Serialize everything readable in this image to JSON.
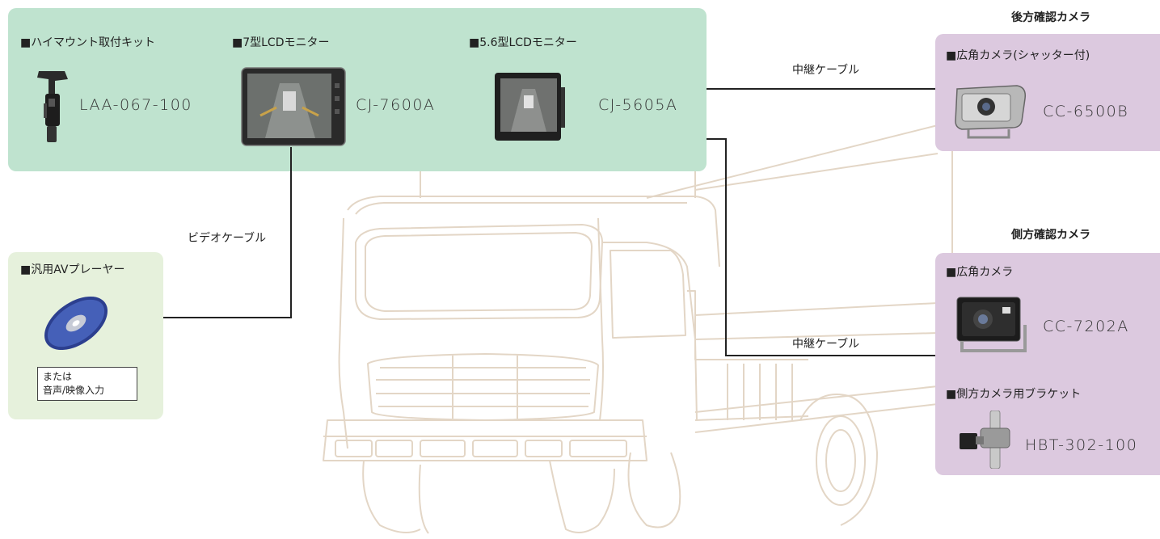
{
  "monitors_panel": {
    "items": [
      {
        "title": "■ハイマウント取付キット",
        "model": "LAA-067-100",
        "icon": "mount-bracket-icon"
      },
      {
        "title": "■7型LCDモニター",
        "model": "CJ-7600A",
        "icon": "lcd-monitor-icon"
      },
      {
        "title": "■5.6型LCDモニター",
        "model": "CJ-5605A",
        "icon": "lcd-monitor-small-icon"
      }
    ]
  },
  "av_panel": {
    "title": "■汎用AVプレーヤー",
    "icon": "disc-icon",
    "note_line1": "または",
    "note_line2": "音声/映像入力"
  },
  "rear_camera": {
    "caption": "後方確認カメラ",
    "title": "■広角カメラ(シャッター付)",
    "model": "CC-6500B",
    "icon": "camera-shutter-icon"
  },
  "side_camera": {
    "caption": "側方確認カメラ",
    "title": "■広角カメラ",
    "model": "CC-7202A",
    "icon": "camera-icon",
    "bracket_title": "■側方カメラ用ブラケット",
    "bracket_model": "HBT-302-100",
    "bracket_icon": "bracket-icon"
  },
  "cables": {
    "video": "ビデオケーブル",
    "relay_top": "中継ケーブル",
    "relay_bottom": "中継ケーブル"
  },
  "colors": {
    "green_panel": "#bfe3cf",
    "light_green_panel": "#e6f1dc",
    "purple_panel": "#dcc9df",
    "truck_outline": "#e3d6c6"
  }
}
